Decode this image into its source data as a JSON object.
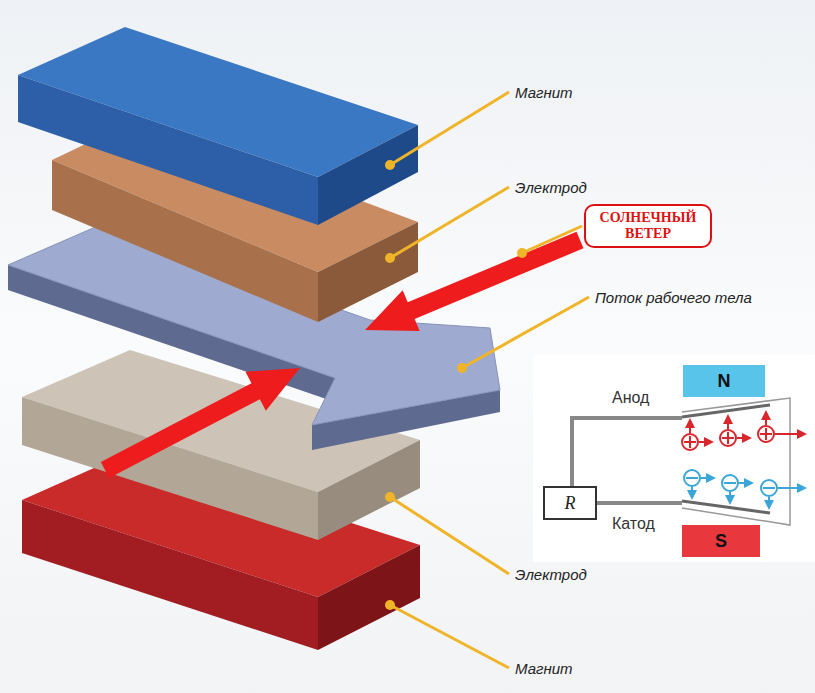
{
  "diagram": {
    "nodes": [
      {
        "text": [
          "СОЛНЕЧНЫЙ ВЕТЕР"
        ]
      },
      {
        "text": [
          "N"
        ]
      },
      {
        "text": [
          "R"
        ]
      },
      {
        "text": [
          "S"
        ]
      }
    ],
    "labels": [
      "Магнит",
      "Электрод",
      "Поток рабочего тела",
      "Анод",
      "Катод",
      "Электрод",
      "Магнит"
    ]
  }
}
